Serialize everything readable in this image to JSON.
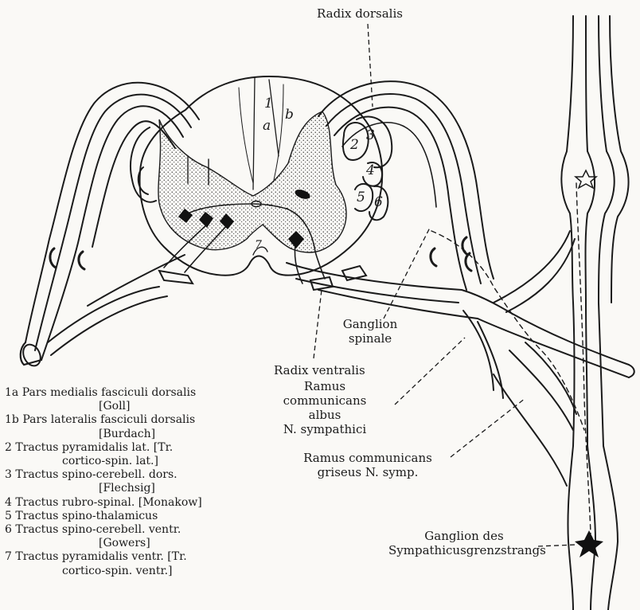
{
  "labels": {
    "radix_dorsalis": "Radix dorsalis",
    "ganglion_spinale": [
      "Ganglion",
      "spinale"
    ],
    "radix_ventralis": "Radix ventralis",
    "ramus_albus": [
      "Ramus",
      "communicans",
      "albus",
      "N. sympathici"
    ],
    "ramus_griseus": [
      "Ramus communicans",
      "griseus N. symp."
    ],
    "ganglion_grenzstrang": [
      "Ganglion des",
      "Sympathicusgrenzstrangs"
    ]
  },
  "numbers": {
    "n1": "1",
    "na": "a",
    "nb": "b",
    "n2": "2",
    "n3": "3",
    "n4": "4",
    "n5": "5",
    "n6": "6",
    "n7": "7"
  },
  "legend": [
    {
      "text": "1a Pars medialis fasciculi dorsalis",
      "cont": "[Goll]"
    },
    {
      "text": "1b Pars lateralis fasciculi dorsalis",
      "cont": "[Burdach]"
    },
    {
      "text": "2 Tractus pyramidalis lat. [Tr.",
      "cont": "cortico-spin. lat.]"
    },
    {
      "text": "3 Tractus spino-cerebell. dors.",
      "cont": "[Flechsig]"
    },
    {
      "text": "4 Tractus rubro-spinal. [Monakow]"
    },
    {
      "text": "5 Tractus spino-thalamicus"
    },
    {
      "text": "6 Tractus spino-cerebell. ventr.",
      "cont": "[Gowers]"
    },
    {
      "text": "7 Tractus pyramidalis ventr. [Tr.",
      "cont": "cortico-spin. ventr.]"
    }
  ]
}
